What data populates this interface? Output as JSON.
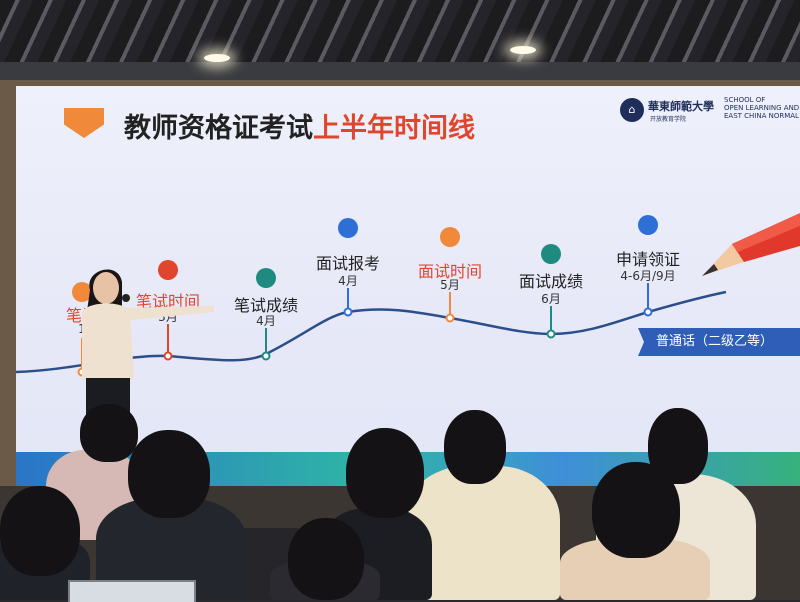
{
  "slide": {
    "title_part1": "教师资格证考试",
    "title_part2": "上半年时间线",
    "logo": {
      "cn_name": "華東師範大學",
      "cn_sub": "开放教育学院",
      "en_name": "SCHOOL OF\nOPEN LEARNING AND ED\nEAST CHINA NORMAL U"
    },
    "tag_label": "普通话（二级乙等）",
    "colors": {
      "orange": "#f0893a",
      "red": "#e0462e",
      "teal": "#1f8a80",
      "blue": "#2e6fd6",
      "tag": "#2f5eb8",
      "curve": "#2b4f8a"
    }
  },
  "timeline": [
    {
      "label": "笔试",
      "date": "1",
      "color": "orange",
      "label_color": "red"
    },
    {
      "label": "笔试时间",
      "date": "3月",
      "color": "red",
      "label_color": "red"
    },
    {
      "label": "笔试成绩",
      "date": "4月",
      "color": "teal",
      "label_color": "dark"
    },
    {
      "label": "面试报考",
      "date": "4月",
      "color": "blue",
      "label_color": "dark"
    },
    {
      "label": "面试时间",
      "date": "5月",
      "color": "orange",
      "label_color": "red"
    },
    {
      "label": "面试成绩",
      "date": "6月",
      "color": "teal",
      "label_color": "dark"
    },
    {
      "label": "申请领证",
      "date": "4-6月/9月",
      "color": "blue",
      "label_color": "dark"
    }
  ]
}
